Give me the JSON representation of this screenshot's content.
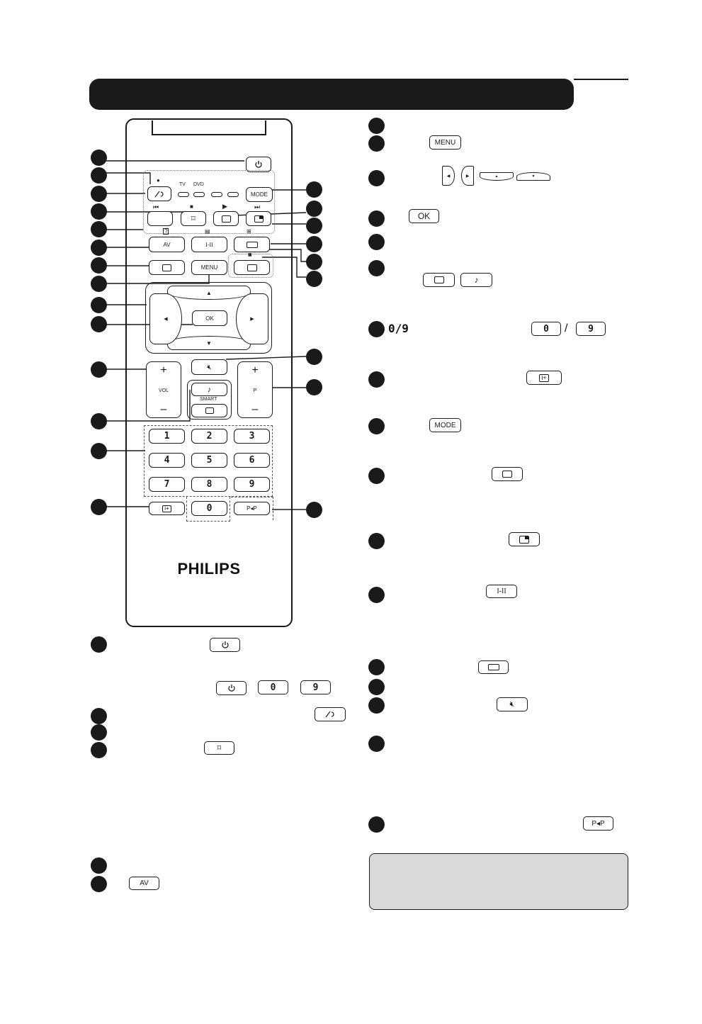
{
  "remote": {
    "brand": "PHILIPS",
    "labels": {
      "rec_dot": "●",
      "tv": "TV",
      "dvd": "DVD",
      "prev": "⏮",
      "stop": "■",
      "play": "▶",
      "next": "⏭",
      "pause": "▮▮",
      "smart": "SMART",
      "vol": "VOL",
      "p": "P"
    },
    "buttons": {
      "mode": "MODE",
      "av": "AV",
      "dual": "I-II",
      "menu": "MENU",
      "ok": "OK",
      "pip": "P◂P",
      "plus": "+",
      "minus": "–",
      "up": "▲",
      "down": "▼",
      "left": "◀",
      "right": "▶",
      "note": "♪",
      "digits": [
        "1",
        "2",
        "3",
        "4",
        "5",
        "6",
        "7",
        "8",
        "9",
        "0"
      ]
    }
  },
  "legend_buttons": {
    "menu": "MENU",
    "ok": "OK",
    "zero_nine_title": "0/9",
    "zero": "0",
    "slash": "/",
    "nine": "9",
    "mode": "MODE",
    "dual": "I-II",
    "av": "AV",
    "pip": "P◂P",
    "note": "♪",
    "left_tri": "◀",
    "right_tri": "▶",
    "up_tri": "▲",
    "down_tri": "▼"
  }
}
